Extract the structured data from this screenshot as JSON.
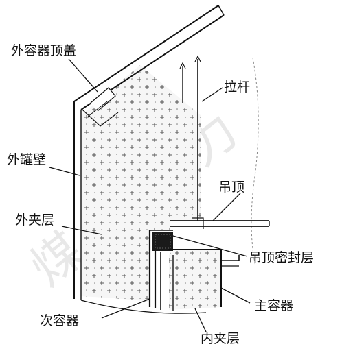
{
  "labels": {
    "outer_roof": "外容器顶盖",
    "tie_rod": "拉杆",
    "outer_wall": "外罐壁",
    "suspended_deck": "吊顶",
    "outer_interspace": "外夹层",
    "deck_seal": "吊顶密封层",
    "main_container": "主容器",
    "secondary_container": "次容器",
    "inner_interspace": "内夹层"
  },
  "watermark": "煤 气 热 力",
  "colors": {
    "line": "#111111",
    "insulation_fill": "#f4f4f4",
    "dot": "#555555",
    "seal": "#1a1a1a",
    "watermark": "#d6d6d6"
  }
}
